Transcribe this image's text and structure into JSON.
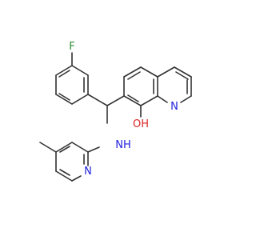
{
  "molecule": {
    "atom_labels": {
      "fluorine": "F",
      "quinoline_nitrogen": "N",
      "pyridine_nitrogen": "N",
      "amine": "NH",
      "hydroxyl": "OH"
    },
    "colors": {
      "bond": "#333333",
      "fluorine": "#2e8b2e",
      "nitrogen": "#2222dd",
      "oxygen": "#dd2222"
    }
  }
}
